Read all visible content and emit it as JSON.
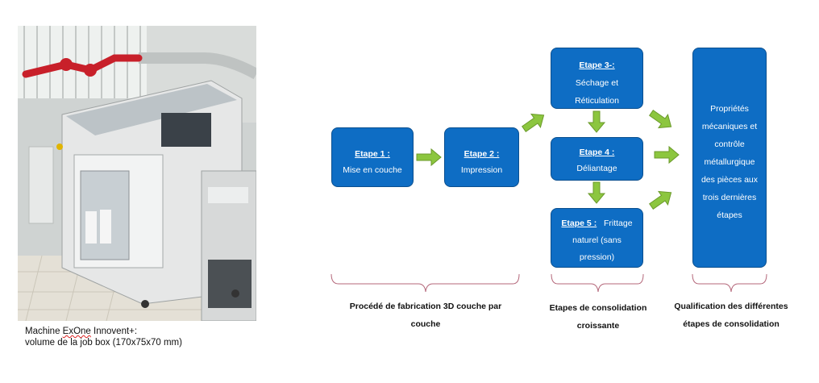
{
  "caption": {
    "line1_prefix": "Machine ",
    "line1_brand": "ExOne",
    "line1_suffix": " Innovent+:",
    "line2": "volume de la job box (170x75x70 mm)"
  },
  "steps": {
    "s1": {
      "title": "Etape 1 :",
      "text": "Mise en couche"
    },
    "s2": {
      "title": "Etape 2 :",
      "text": "Impression"
    },
    "s3": {
      "title": "Etape 3-:",
      "line1": "Séchage et",
      "line2": "Réticulation"
    },
    "s4": {
      "title": "Etape 4 :",
      "text": "Déliantage"
    },
    "s5": {
      "title": "Etape 5 :",
      "title_suffix": "Frittage",
      "line1": "naturel (sans",
      "line2": "pression)"
    },
    "qual": {
      "lines": [
        "Propriétés",
        "mécaniques et",
        "contrôle",
        "métallurgique",
        "des pièces aux",
        "trois dernières",
        "étapes"
      ]
    }
  },
  "brackets": {
    "b1": {
      "line1": "Procédé de fabrication 3D couche par",
      "line2": "couche"
    },
    "b2": {
      "line1": "Etapes de consolidation",
      "line2": "croissante"
    },
    "b3": {
      "line1": "Qualification des différentes",
      "line2": "étapes de consolidation"
    }
  },
  "colors": {
    "box": "#0e6dc4",
    "arrow": "#8cc63f",
    "bracket": "#b4677a"
  }
}
